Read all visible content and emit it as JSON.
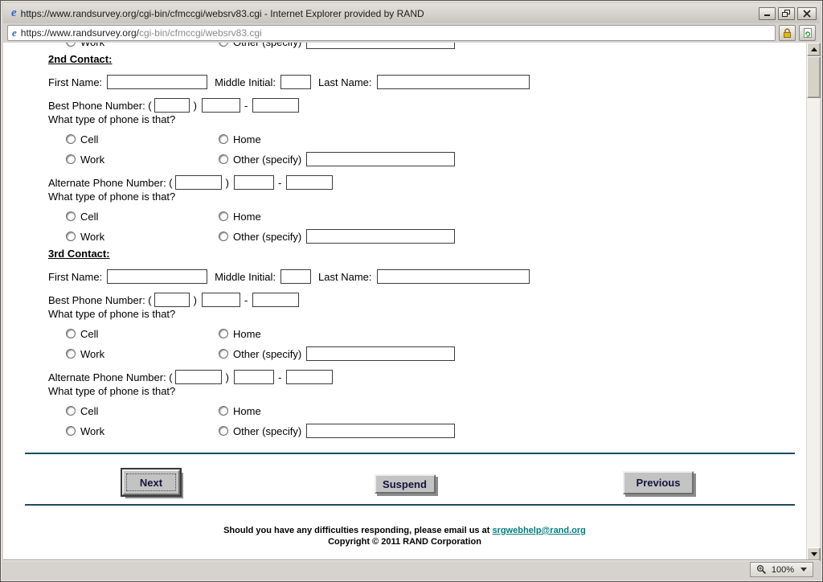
{
  "window": {
    "title": "https://www.randsurvey.org/cgi-bin/cfmccgi/websrv83.cgi - Internet Explorer provided by RAND"
  },
  "address_bar": {
    "url_domain": "https://www.randsurvey.org/",
    "url_path": "cgi-bin/cfmccgi/websrv83.cgi"
  },
  "icons": {
    "titlebar_logo": "ie-logo-icon",
    "security": "lock-icon",
    "refresh": "refresh-icon",
    "zoom": "magnifier-icon"
  },
  "form": {
    "labels": {
      "first_name": "First Name:",
      "middle_initial": "Middle Initial:",
      "last_name": "Last Name:",
      "best_phone": "Best Phone Number: (",
      "alt_phone": "Alternate Phone Number: (",
      "paren_close": ")",
      "dash": "-",
      "phone_type_q": "What type of phone is that?",
      "cell": "Cell",
      "home": "Home",
      "work": "Work",
      "other": "Other (specify)"
    },
    "contacts": [
      {
        "heading": "2nd Contact:"
      },
      {
        "heading": "3rd Contact:"
      }
    ]
  },
  "buttons": {
    "next": "Next",
    "suspend": "Suspend",
    "previous": "Previous"
  },
  "footer": {
    "help_text": "Should you have any difficulties responding, please email us at ",
    "email_link": "srgwebhelp@rand.org",
    "copyright": "Copyright © 2011 RAND Corporation"
  },
  "status_bar": {
    "zoom_level": "100%"
  }
}
